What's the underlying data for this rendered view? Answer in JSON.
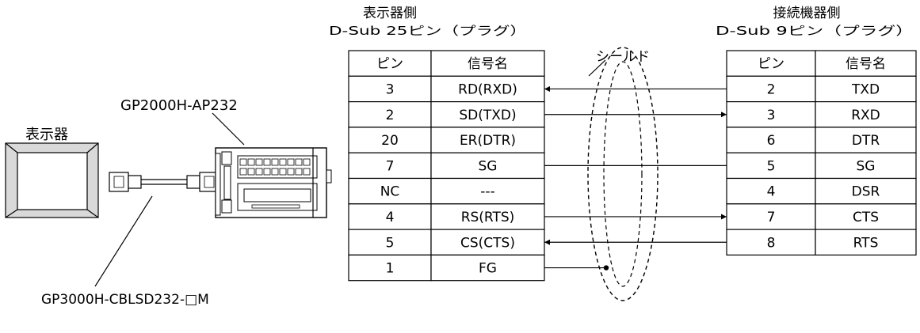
{
  "left_assembly": {
    "display_label": "表示器",
    "adapter_label": "GP2000H-AP232",
    "cable_label": "GP3000H-CBLSD232-□M"
  },
  "shield_label": "シールド",
  "left_table": {
    "title": "表示器側",
    "subtitle": "D-Sub 25ピン（プラグ）",
    "headers": [
      "ピン",
      "信号名"
    ],
    "rows": [
      {
        "pin": "3",
        "signal": "RD(RXD)"
      },
      {
        "pin": "2",
        "signal": "SD(TXD)"
      },
      {
        "pin": "20",
        "signal": "ER(DTR)"
      },
      {
        "pin": "7",
        "signal": "SG"
      },
      {
        "pin": "NC",
        "signal": "---"
      },
      {
        "pin": "4",
        "signal": "RS(RTS)"
      },
      {
        "pin": "5",
        "signal": "CS(CTS)"
      },
      {
        "pin": "1",
        "signal": "FG"
      }
    ]
  },
  "right_table": {
    "title": "接続機器側",
    "subtitle": "D-Sub 9ピン（プラグ）",
    "headers": [
      "ピン",
      "信号名"
    ],
    "rows": [
      {
        "pin": "2",
        "signal": "TXD"
      },
      {
        "pin": "3",
        "signal": "RXD"
      },
      {
        "pin": "6",
        "signal": "DTR"
      },
      {
        "pin": "5",
        "signal": "SG"
      },
      {
        "pin": "4",
        "signal": "DSR"
      },
      {
        "pin": "7",
        "signal": "CTS"
      },
      {
        "pin": "8",
        "signal": "RTS"
      }
    ]
  },
  "wires": [
    {
      "left_row": 0,
      "right_row": 0,
      "arrow": "left"
    },
    {
      "left_row": 1,
      "right_row": 1,
      "arrow": "right"
    },
    {
      "left_row": 3,
      "right_row": 3,
      "arrow": "none"
    },
    {
      "left_row": 5,
      "right_row": 5,
      "arrow": "right"
    },
    {
      "left_row": 6,
      "right_row": 6,
      "arrow": "left"
    }
  ],
  "shield_ground": {
    "left_row": 7
  }
}
